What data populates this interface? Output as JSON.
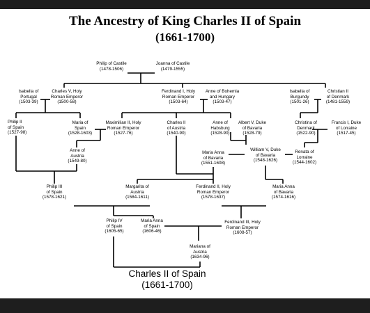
{
  "title": {
    "line1": "The Ancestry of King Charles II of Spain",
    "line2": "(1661-1700)"
  },
  "nodes": {
    "philip_castile": {
      "name": "Philip of Castile",
      "dates": "(1478-1506)"
    },
    "joanna_castile": {
      "name": "Joanna of Castile",
      "dates": "(1479-1555)"
    },
    "isabella_portugal": {
      "name1": "Isabella of",
      "name2": "Portugal",
      "dates": "(1503-39)"
    },
    "charles_v": {
      "name1": "Charles V, Holy",
      "name2": "Roman Emperor",
      "dates": "(1500-58)"
    },
    "ferdinand_i": {
      "name1": "Ferdinand I, Holy",
      "name2": "Roman Emperor",
      "dates": "(1503-64)"
    },
    "anne_bohemia": {
      "name1": "Anne of Bohemia",
      "name2": "and Hungary",
      "dates": "(1503-47)"
    },
    "isabella_burgundy": {
      "name1": "Isabella of",
      "name2": "Burgundy",
      "dates": "(1501-26)"
    },
    "christian_ii": {
      "name1": "Christian II",
      "name2": "of Denmark",
      "dates": "(1481-1559)"
    },
    "philip_ii_spain": {
      "name1": "Philip II",
      "name2": "of Spain",
      "dates": "(1527-98)"
    },
    "maria_spain_1": {
      "name1": "Maria of",
      "name2": "Spain",
      "dates": "(1528-1603)"
    },
    "maximilian_ii": {
      "name1": "Maximilian II, Holy",
      "name2": "Roman Emperor",
      "dates": "(1527-76)"
    },
    "charles_ii_austria": {
      "name1": "Charles II",
      "name2": "of Austria",
      "dates": "(1540-90)"
    },
    "anna_habsburg": {
      "name1": "Anne of",
      "name2": "Habsburg",
      "dates": "(1528-90)"
    },
    "albert_v": {
      "name1": "Albert V, Duke",
      "name2": "of Bavaria",
      "dates": "(1528-79)"
    },
    "christina_denmark": {
      "name1": "Christina of",
      "name2": "Denmark",
      "dates": "(1522-90)"
    },
    "francis_i_lorraine": {
      "name1": "Francis I, Duke",
      "name2": "of Lorraine",
      "dates": "(1517-45)"
    },
    "anne_austria": {
      "name1": "Anne of",
      "name2": "Austria",
      "dates": "(1549-80)"
    },
    "maria_anna_bavaria_1": {
      "name1": "Maria Anna",
      "name2": "of Bavaria",
      "dates": "(1551-1608)"
    },
    "william_v": {
      "name1": "William V, Duke",
      "name2": "of Bavaria",
      "dates": "(1548-1626)"
    },
    "renata_lorraine": {
      "name1": "Renata of",
      "name2": "Lorraine",
      "dates": "(1544-1602)"
    },
    "philip_iii": {
      "name1": "Philip III",
      "name2": "of Spain",
      "dates": "(1578-1621)"
    },
    "margarita_austria": {
      "name1": "Margarita of",
      "name2": "Austria",
      "dates": "(1584-1611)"
    },
    "ferdinand_ii": {
      "name1": "Ferdinand II, Holy",
      "name2": "Roman Emperor",
      "dates": "(1578-1637)"
    },
    "maria_anna_bavaria_2": {
      "name1": "Maria Anna",
      "name2": "of Bavaria",
      "dates": "(1574-1616)"
    },
    "philip_iv": {
      "name1": "Philip IV",
      "name2": "of Spain",
      "dates": "(1605-65)"
    },
    "maria_anna_spain": {
      "name1": "Maria Anna",
      "name2": "of Spain",
      "dates": "(1606-46)"
    },
    "ferdinand_iii": {
      "name1": "Ferdinand III, Holy",
      "name2": "Roman Emperor",
      "dates": "(1608-57)"
    },
    "mariana_austria": {
      "name1": "Mariana of",
      "name2": "Austria",
      "dates": "(1634-96)"
    }
  },
  "root": {
    "name": "Charles II of Spain",
    "dates": "(1661-1700)"
  }
}
